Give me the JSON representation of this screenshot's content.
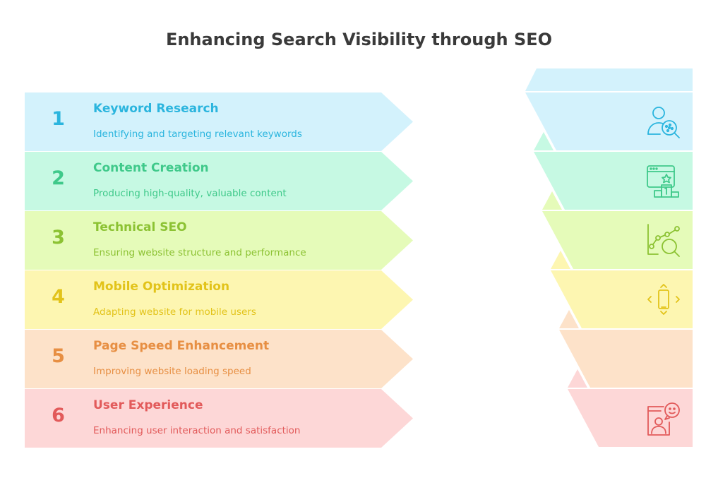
{
  "title": "Enhancing Search Visibility through SEO",
  "steps": [
    {
      "number": "1",
      "heading": "Keyword Research",
      "description": "Identifying and targeting relevant keywords",
      "icon": "user-search-icon",
      "bg": "#d3f2fc",
      "color": "#2bb5de"
    },
    {
      "number": "2",
      "heading": "Content Creation",
      "description": "Producing high-quality, valuable content",
      "icon": "content-award-icon",
      "bg": "#c6f9e3",
      "color": "#3fc98a"
    },
    {
      "number": "3",
      "heading": "Technical SEO",
      "description": "Ensuring website structure and performance",
      "icon": "chart-analysis-icon",
      "bg": "#e5fbb9",
      "color": "#8cc233"
    },
    {
      "number": "4",
      "heading": "Mobile Optimization",
      "description": "Adapting website for mobile users",
      "icon": "mobile-resize-icon",
      "bg": "#fdf6b1",
      "color": "#e2c31a"
    },
    {
      "number": "5",
      "heading": "Page Speed Enhancement",
      "description": "Improving website loading speed",
      "icon": "",
      "bg": "#fde2c9",
      "color": "#e78f43"
    },
    {
      "number": "6",
      "heading": "User Experience",
      "description": "Enhancing user interaction and satisfaction",
      "icon": "user-feedback-icon",
      "bg": "#fdd7d7",
      "color": "#e25a5a"
    }
  ]
}
